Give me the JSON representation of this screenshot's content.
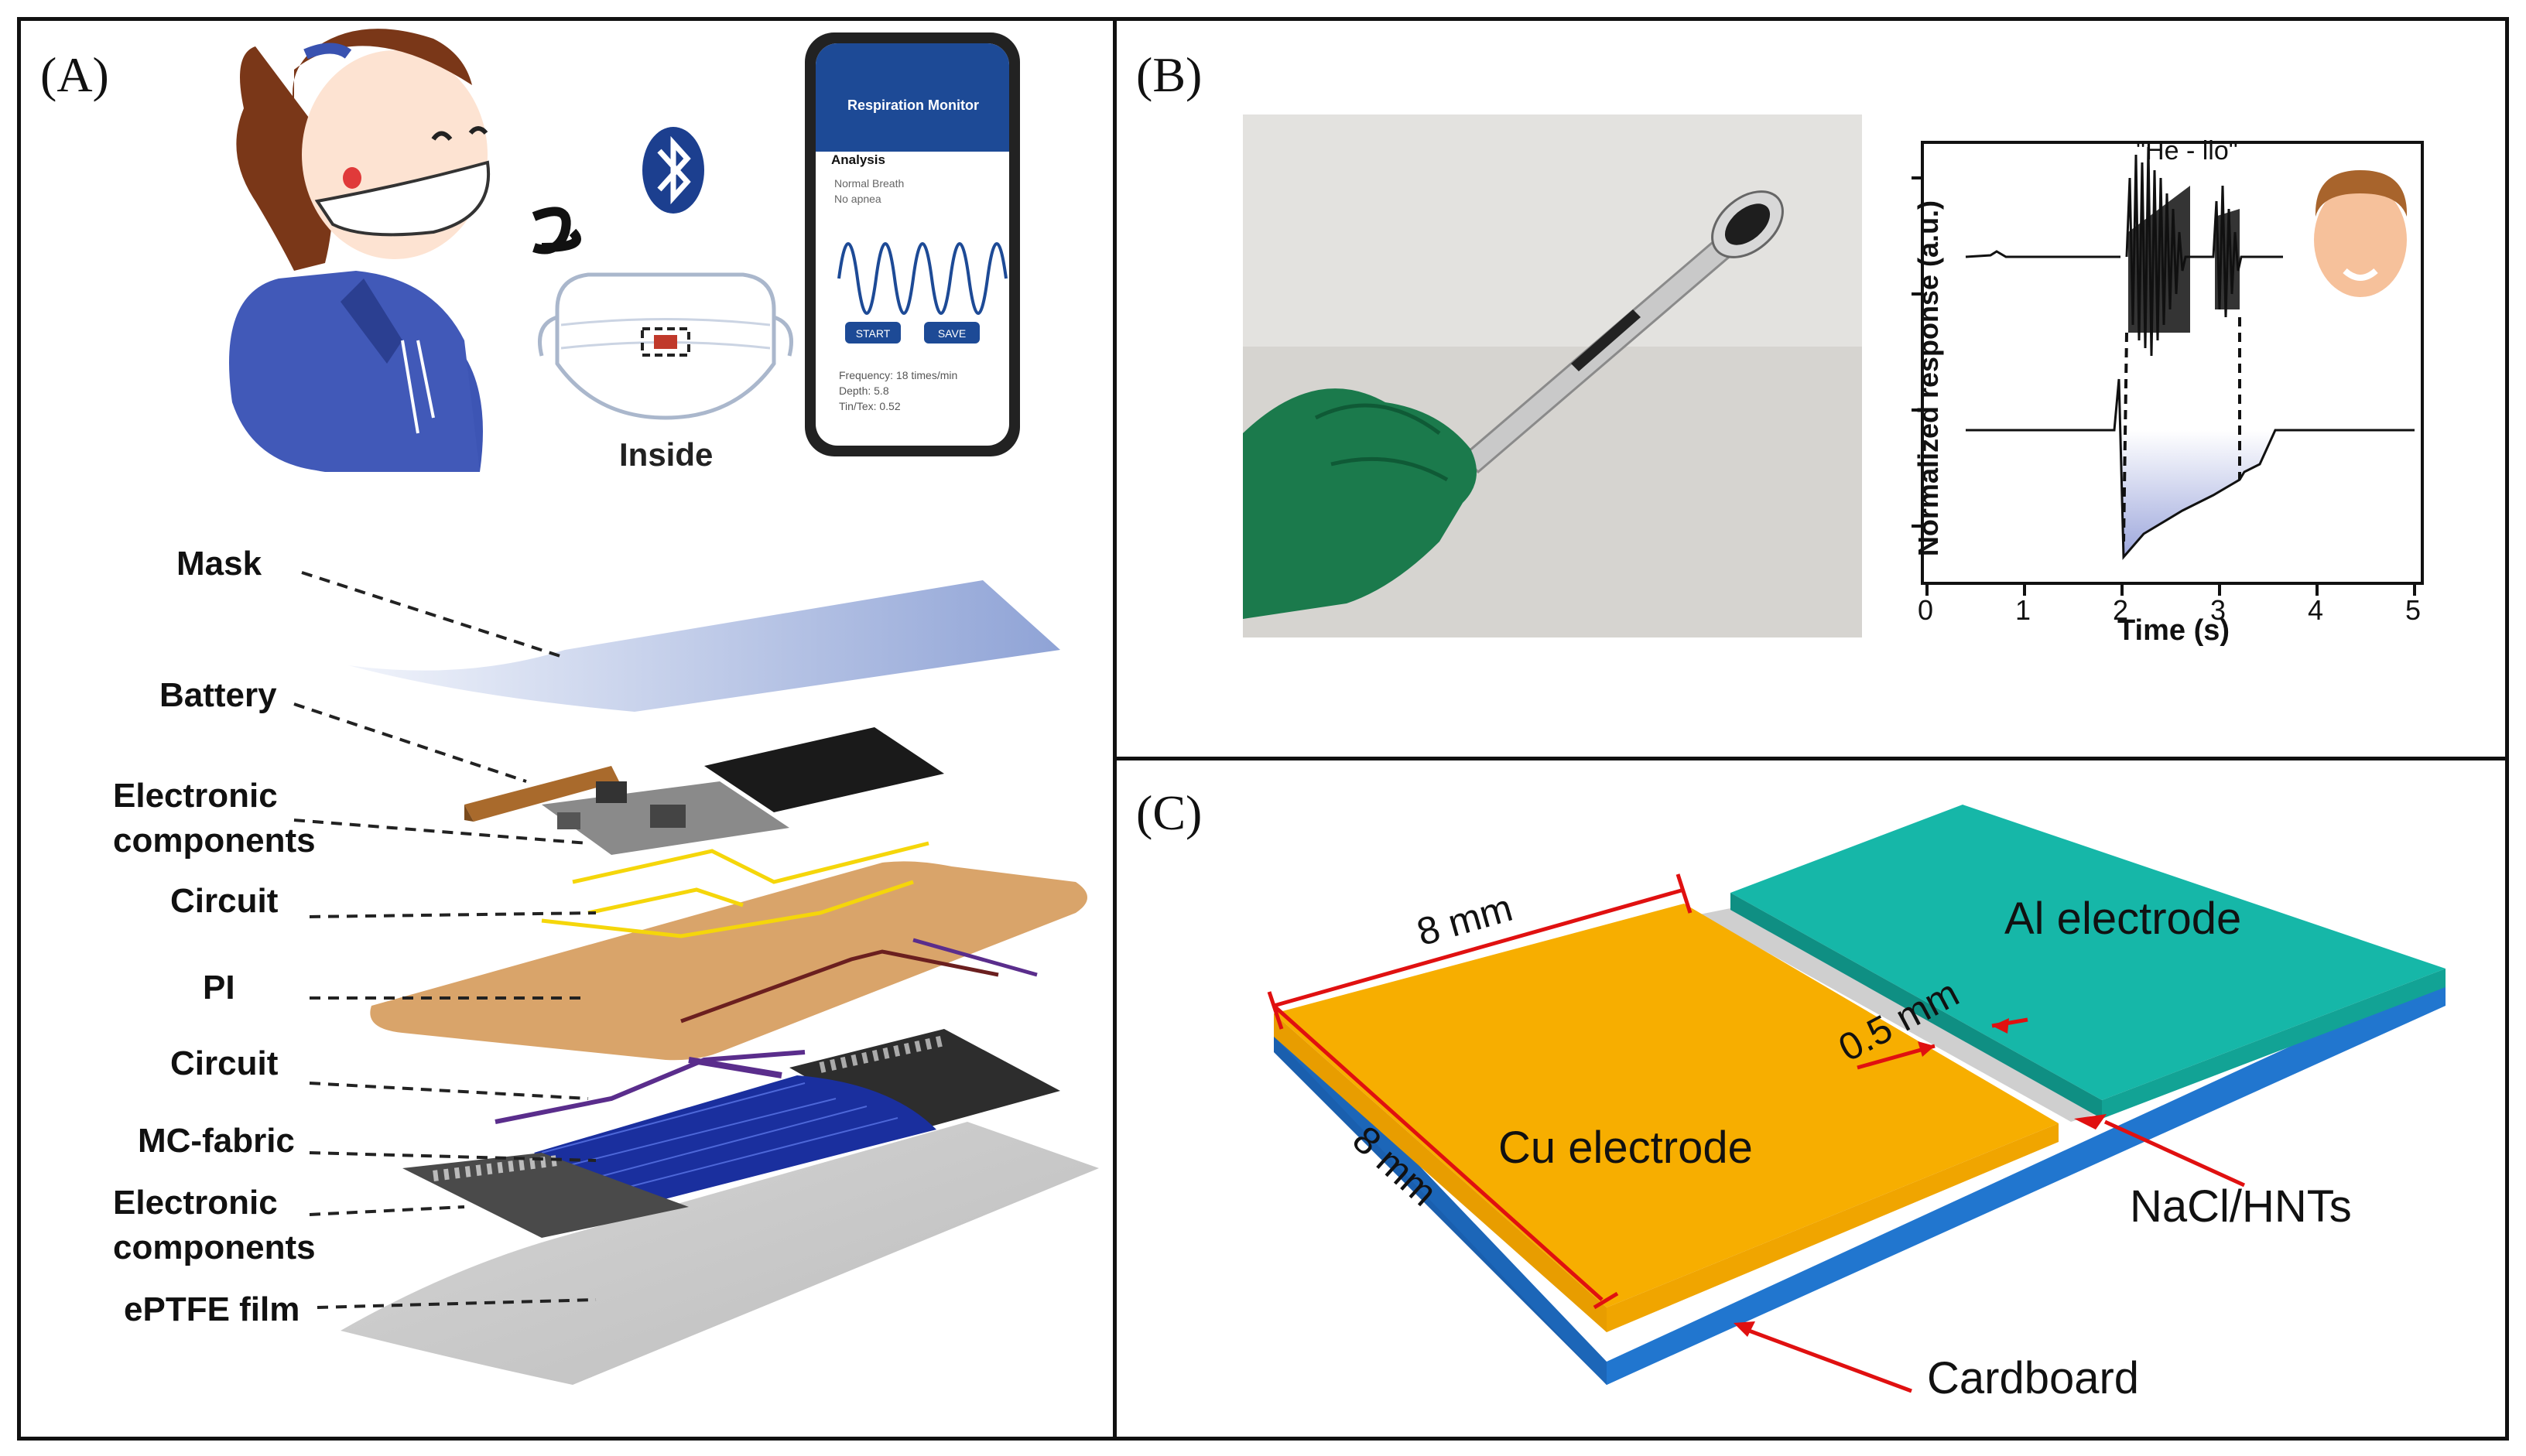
{
  "panel_labels": {
    "a": "(A)",
    "b": "(B)",
    "c": "(C)"
  },
  "panel_a": {
    "phone": {
      "title": "Respiration Monitor",
      "analysis": "Analysis",
      "line1": "Normal Breath",
      "line2": "No apnea",
      "start": "START",
      "save": "SAVE",
      "freq": "Frequency: 18 times/min",
      "depth": "Depth: 5.8",
      "ratio": "Tin/Tex: 0.52"
    },
    "inside_label": "Inside",
    "layers": {
      "mask": "Mask",
      "battery": "Battery",
      "electronic1": "Electronic\ncomponents",
      "circuit1": "Circuit",
      "pi": "PI",
      "circuit2": "Circuit",
      "mcfabric": "MC-fabric",
      "electronic2": "Electronic\ncomponents",
      "eptfe": "ePTFE film"
    }
  },
  "panel_b": {
    "annotation": "\"He - llo\"",
    "ylabel": "Normalized response (a.u.)",
    "xlabel": "Time (s)",
    "xticks": [
      "0",
      "1",
      "2",
      "3",
      "4",
      "5"
    ]
  },
  "panel_c": {
    "al": "Al electrode",
    "cu": "Cu electrode",
    "top_dim": "8 mm",
    "side_dim": "8 mm",
    "gap_dim": "0.5 mm",
    "nacl": "NaCl/HNTs",
    "cardboard": "Cardboard"
  },
  "colors": {
    "copper": "#f7ae00",
    "aluminum": "#16b7a8",
    "cardboard": "#1e6fc4",
    "pi": "#d9a46a",
    "fabric": "#1a2f9e",
    "mask": "#9fb1de",
    "arrow": "#e01010"
  }
}
